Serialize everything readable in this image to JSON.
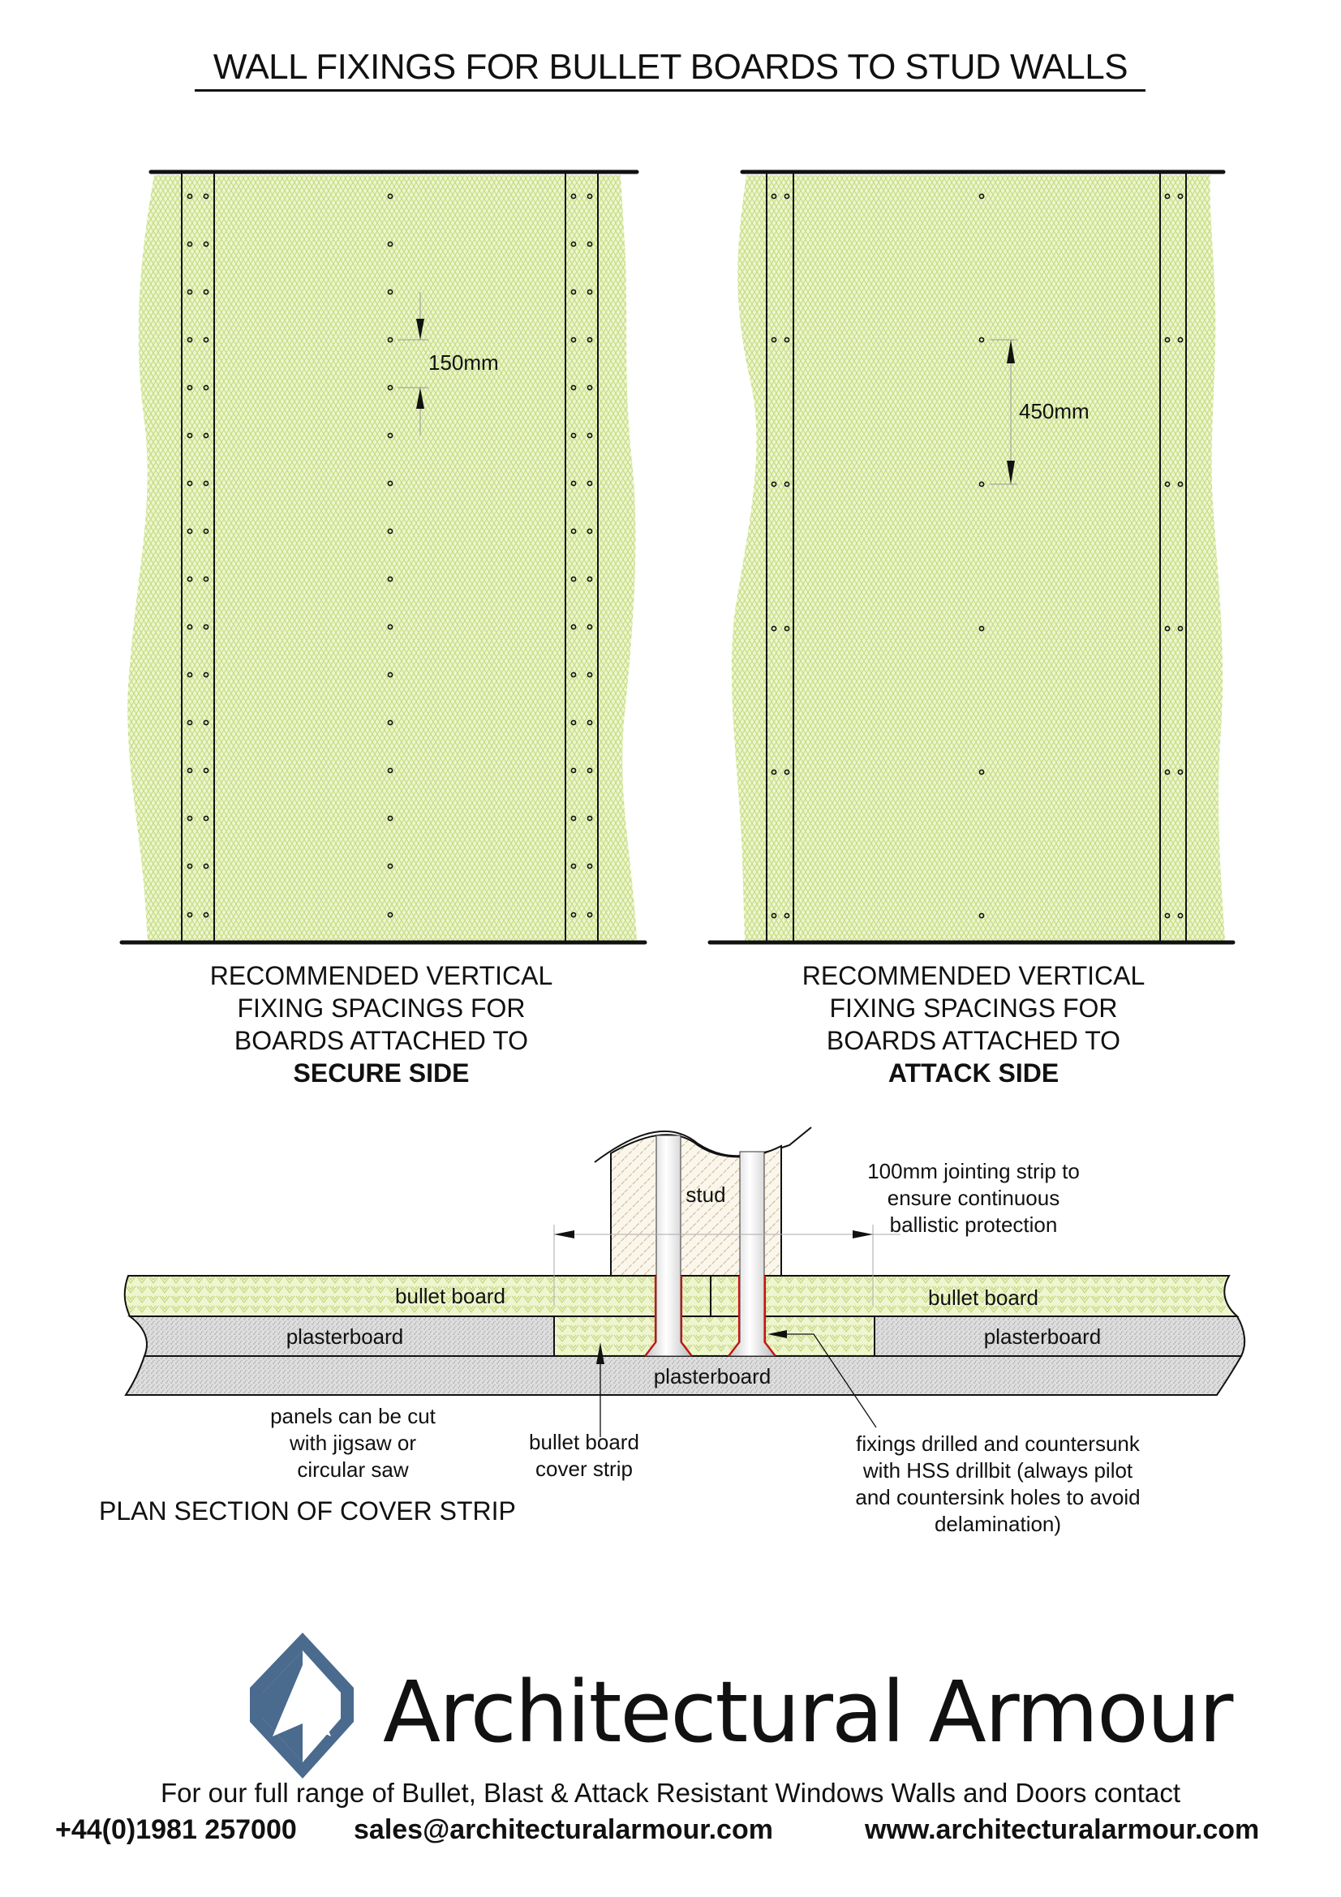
{
  "document": {
    "title": "WALL FIXINGS FOR  BULLET BOARDS TO STUD WALLS"
  },
  "panels": [
    {
      "id": "secure-side",
      "dimension_label": "150mm",
      "fixing_spacing_mm": 150,
      "caption_lines": [
        "RECOMMENDED VERTICAL",
        "FIXING SPACINGS FOR",
        "BOARDS ATTACHED TO"
      ],
      "caption_bold": "SECURE SIDE"
    },
    {
      "id": "attack-side",
      "dimension_label": "450mm",
      "fixing_spacing_mm": 450,
      "caption_lines": [
        "RECOMMENDED VERTICAL",
        "FIXING SPACINGS FOR",
        "BOARDS ATTACHED TO"
      ],
      "caption_bold": "ATTACK SIDE"
    }
  ],
  "section": {
    "title": "PLAN SECTION OF COVER STRIP",
    "labels": {
      "stud": "stud",
      "bullet_board_left": "bullet board",
      "bullet_board_right": "bullet board",
      "plasterboard_left": "plasterboard",
      "plasterboard_right": "plasterboard",
      "plasterboard_bottom": "plasterboard"
    },
    "notes": {
      "jointing_strip": [
        "100mm jointing strip to",
        "ensure continuous",
        "ballistic protection"
      ],
      "panels_cut": [
        "panels can be cut",
        "with jigsaw or",
        "circular saw"
      ],
      "cover_strip": [
        "bullet board",
        "cover strip"
      ],
      "fixings": [
        "fixings drilled and countersunk",
        "with HSS drillbit (always pilot",
        "and countersink holes to avoid",
        "delamination)"
      ]
    }
  },
  "footer": {
    "brand_name": "Architectural Armour",
    "tagline": "For our full range of Bullet, Blast & Attack Resistant Windows Walls and Doors contact",
    "phone": "+44(0)1981 257000",
    "email": "sales@architecturalarmour.com",
    "website": "www.architecturalarmour.com"
  },
  "colors": {
    "bullet_board_fill": "#e8f2c4",
    "bullet_board_pattern": "#c8de86",
    "plasterboard_fill": "#d9d9d9",
    "stud_fill": "#f5efe0",
    "stud_hatch": "#b8a070",
    "fixing_outline": "#cc1111",
    "logo_blue": "#4a6a8e",
    "line": "#111111"
  }
}
